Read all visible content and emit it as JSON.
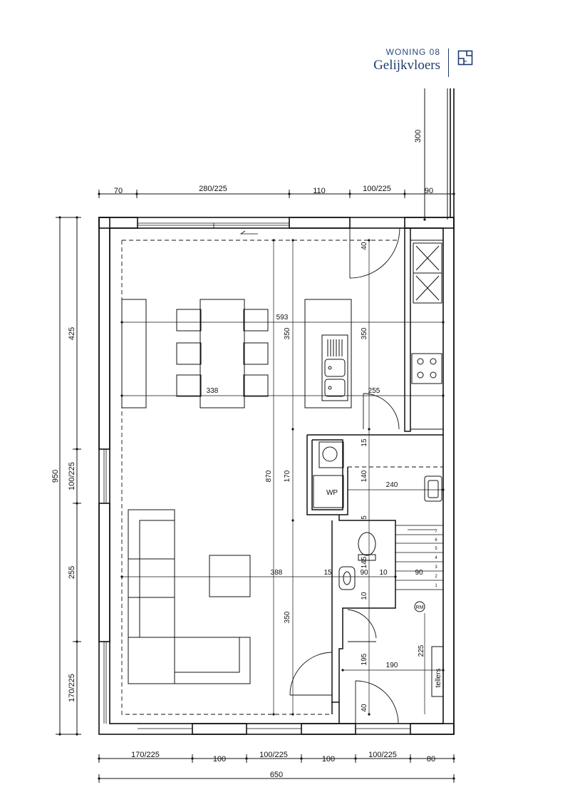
{
  "header": {
    "subtitle": "WONING 08",
    "title": "Gelijkvloers",
    "icon": "floorplan-icon",
    "accent": "#1f3b70"
  },
  "dims": {
    "top_chain": [
      "70",
      "280/225",
      "110",
      "100/225",
      "90"
    ],
    "bottom_chain": [
      "170/225",
      "100",
      "100/225",
      "100",
      "100/225",
      "80"
    ],
    "bottom_total": "650",
    "left_total": "950",
    "left_chain": [
      "425",
      "100/225",
      "255",
      "170/225"
    ],
    "right_vertical": "300"
  },
  "interior": {
    "d593": "593",
    "d338": "338",
    "d255": "255",
    "d870": "870",
    "d350a": "350",
    "d350b": "350",
    "d170": "170",
    "d350c": "350",
    "d40a": "40",
    "d15a": "15",
    "d140": "140",
    "d240": "240",
    "d5": "5",
    "d145": "145",
    "d90a": "90",
    "d90b": "90",
    "d10a": "10",
    "d15b": "15",
    "d388": "388",
    "d10b": "10",
    "d195": "195",
    "d190": "190",
    "d225": "225",
    "d40b": "40"
  },
  "labels": {
    "wp": "WP",
    "rm": "RM",
    "tellers": "tellers"
  },
  "stairs": [
    "1",
    "2",
    "3",
    "4",
    "5",
    "6",
    "7"
  ]
}
